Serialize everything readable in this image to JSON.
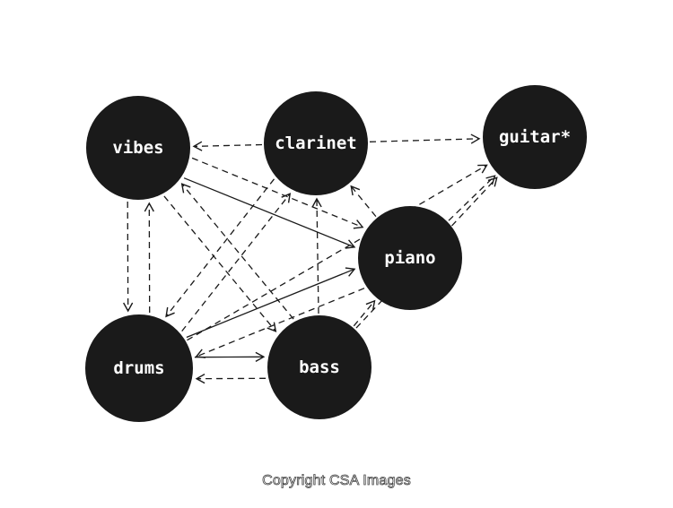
{
  "diagram": {
    "nodes": [
      {
        "id": "vibes",
        "label": "vibes"
      },
      {
        "id": "clarinet",
        "label": "clarinet"
      },
      {
        "id": "guitar",
        "label": "guitar*"
      },
      {
        "id": "piano",
        "label": "piano"
      },
      {
        "id": "drums",
        "label": "drums"
      },
      {
        "id": "bass",
        "label": "bass"
      }
    ],
    "edges": [
      {
        "from": "clarinet",
        "to": "vibes",
        "style": "dashed"
      },
      {
        "from": "clarinet",
        "to": "guitar",
        "style": "dashed"
      },
      {
        "from": "vibes",
        "to": "piano",
        "style": "solid"
      },
      {
        "from": "vibes",
        "to": "piano",
        "style": "dashed"
      },
      {
        "from": "vibes",
        "to": "drums",
        "style": "dashed"
      },
      {
        "from": "drums",
        "to": "vibes",
        "style": "dashed"
      },
      {
        "from": "vibes",
        "to": "bass",
        "style": "dashed"
      },
      {
        "from": "bass",
        "to": "vibes",
        "style": "dashed"
      },
      {
        "from": "drums",
        "to": "clarinet",
        "style": "dashed"
      },
      {
        "from": "clarinet",
        "to": "drums",
        "style": "dashed"
      },
      {
        "from": "drums",
        "to": "guitar",
        "style": "dashed"
      },
      {
        "from": "drums",
        "to": "piano",
        "style": "solid"
      },
      {
        "from": "piano",
        "to": "drums",
        "style": "dashed"
      },
      {
        "from": "piano",
        "to": "clarinet",
        "style": "dashed"
      },
      {
        "from": "bass",
        "to": "clarinet",
        "style": "dashed"
      },
      {
        "from": "piano",
        "to": "guitar",
        "style": "dashed"
      },
      {
        "from": "bass",
        "to": "piano",
        "style": "dashed"
      },
      {
        "from": "bass",
        "to": "guitar",
        "style": "dashed"
      },
      {
        "from": "bass",
        "to": "drums",
        "style": "dashed"
      },
      {
        "from": "drums",
        "to": "bass",
        "style": "solid"
      }
    ]
  },
  "footer": {
    "copyright": "Copyright CSA Images"
  },
  "colors": {
    "node_fill": "#1a1a1a",
    "node_text": "#ffffff",
    "edge": "#1a1a1a",
    "background": "#ffffff"
  }
}
